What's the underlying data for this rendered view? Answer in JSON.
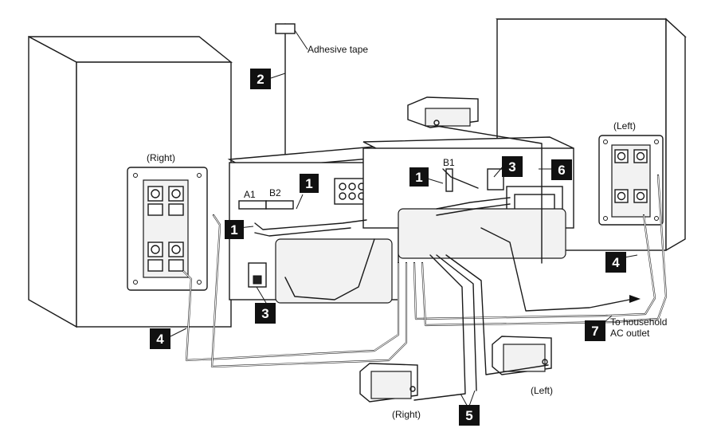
{
  "labels": {
    "adhesive_tape": "Adhesive tape",
    "right_panel": "(Right)",
    "left_panel": "(Left)",
    "right_speaker": "(Right)",
    "left_speaker": "(Left)",
    "terminal_a1": "A1",
    "terminal_b2": "B2",
    "terminal_b1": "B1",
    "ac_outlet_line1": "To household",
    "ac_outlet_line2": "AC outlet"
  },
  "callouts": [
    "1",
    "1",
    "1",
    "2",
    "3",
    "3",
    "4",
    "4",
    "5",
    "6",
    "7"
  ],
  "colors": {
    "ink": "#1a1a1a",
    "callout_bg": "#111111",
    "callout_text": "#ffffff"
  }
}
